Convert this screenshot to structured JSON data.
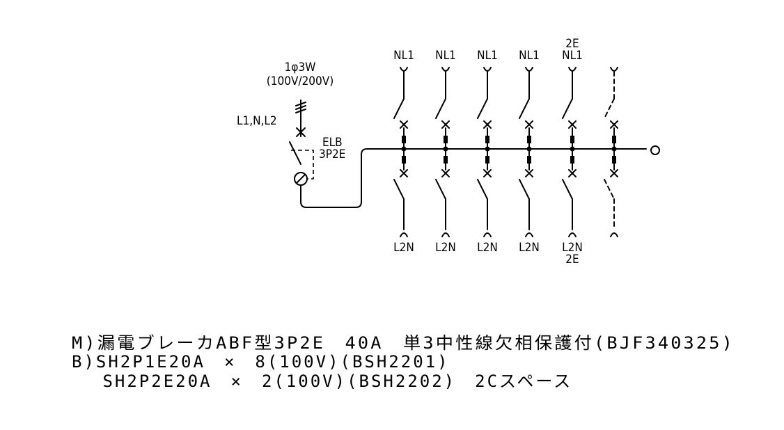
{
  "supply": {
    "phase_label": "1φ3W",
    "voltage_label": "(100V/200V)",
    "lines_label": "L1,N,L2"
  },
  "main_breaker": {
    "type_label": "ELB",
    "poles_label": "3P2E"
  },
  "branches": [
    {
      "top": [
        "NL1"
      ],
      "bottom": [
        "L2N"
      ],
      "spare": false
    },
    {
      "top": [
        "NL1"
      ],
      "bottom": [
        "L2N"
      ],
      "spare": false
    },
    {
      "top": [
        "NL1"
      ],
      "bottom": [
        "L2N"
      ],
      "spare": false
    },
    {
      "top": [
        "NL1"
      ],
      "bottom": [
        "L2N"
      ],
      "spare": false
    },
    {
      "top": [
        "2E",
        "NL1"
      ],
      "bottom": [
        "L2N",
        "2E"
      ],
      "spare": false
    },
    {
      "top": [],
      "bottom": [],
      "spare": true
    }
  ],
  "spec": {
    "main_line": "M)漏電ブレーカABF型3P2E　40A　単3中性線欠相保護付(BJF340325)",
    "branch_line_1": "B)SH2P1E20A　×　8(100V)(BSH2201)",
    "branch_line_2": "　 SH2P2E20A　×　2(100V)(BSH2202)　2Cスペース"
  }
}
